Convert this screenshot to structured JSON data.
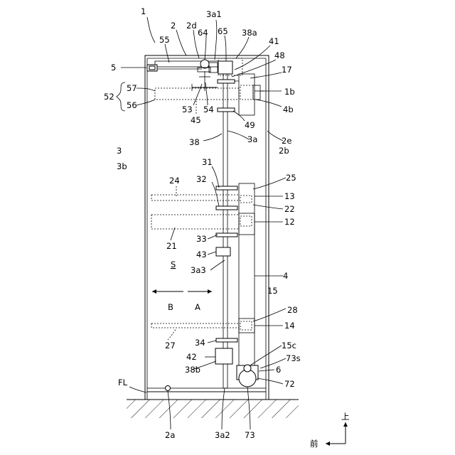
{
  "figure": {
    "labels": {
      "n1": "1",
      "n2": "2",
      "n2d": "2d",
      "n3a1": "3a1",
      "n64": "64",
      "n65": "65",
      "n38a": "38a",
      "n41": "41",
      "n55": "55",
      "n48": "48",
      "n5": "5",
      "n17": "17",
      "n57": "57",
      "n52": "52",
      "n56": "56",
      "n1b": "1b",
      "n4b": "4b",
      "n53": "53",
      "n54": "54",
      "n45": "45",
      "n49": "49",
      "n3": "3",
      "n38": "38",
      "n3a": "3a",
      "n2e": "2e",
      "n3b": "3b",
      "n2b": "2b",
      "n31": "31",
      "n25": "25",
      "n24": "24",
      "n32": "32",
      "n13": "13",
      "n22": "22",
      "n12": "12",
      "n21": "21",
      "n33": "33",
      "n43": "43",
      "S": "S",
      "n3a3": "3a3",
      "n4": "4",
      "n15": "15",
      "B": "B",
      "A": "A",
      "n28": "28",
      "n14": "14",
      "n27": "27",
      "n34": "34",
      "n15c": "15c",
      "n42": "42",
      "n73s": "73s",
      "n6": "6",
      "n38b": "38b",
      "FL": "FL",
      "n72": "72",
      "n2a": "2a",
      "n3a2": "3a2",
      "n73": "73",
      "up": "上",
      "front": "前"
    }
  }
}
